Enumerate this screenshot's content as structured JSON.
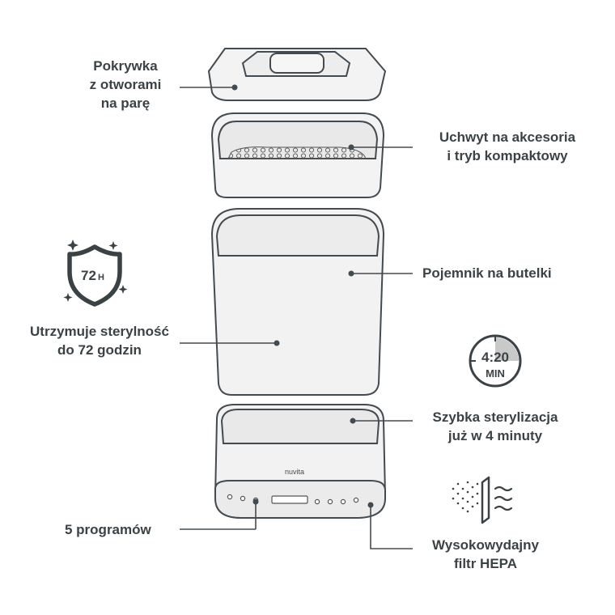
{
  "labels": {
    "lid": [
      "Pokrywka",
      "z otworami",
      "na parę"
    ],
    "holder": [
      "Uchwyt na akcesoria",
      "i tryb kompaktowy"
    ],
    "container": [
      "Pojemnik na butelki"
    ],
    "sterile": [
      "Utrzymuje sterylność",
      "do 72 godzin"
    ],
    "fast": [
      "Szybka sterylizacja",
      "już w 4 minuty"
    ],
    "programs": [
      "5 programów"
    ],
    "filter": [
      "Wysokowydajny",
      "filtr HEPA"
    ]
  },
  "badges": {
    "shield_text": "72",
    "shield_sub": "H",
    "timer_value": "4:20",
    "timer_unit": "MIN"
  },
  "brand": "nuvita",
  "icons": [
    "shield-72h-icon",
    "timer-icon",
    "hepa-filter-icon"
  ],
  "colors": {
    "ink": "#3b4246",
    "line": "#444b50",
    "body_fill": "#f2f2f2",
    "inner_fill": "#e9e9e9",
    "timer_fill": "#c9c9c9"
  }
}
